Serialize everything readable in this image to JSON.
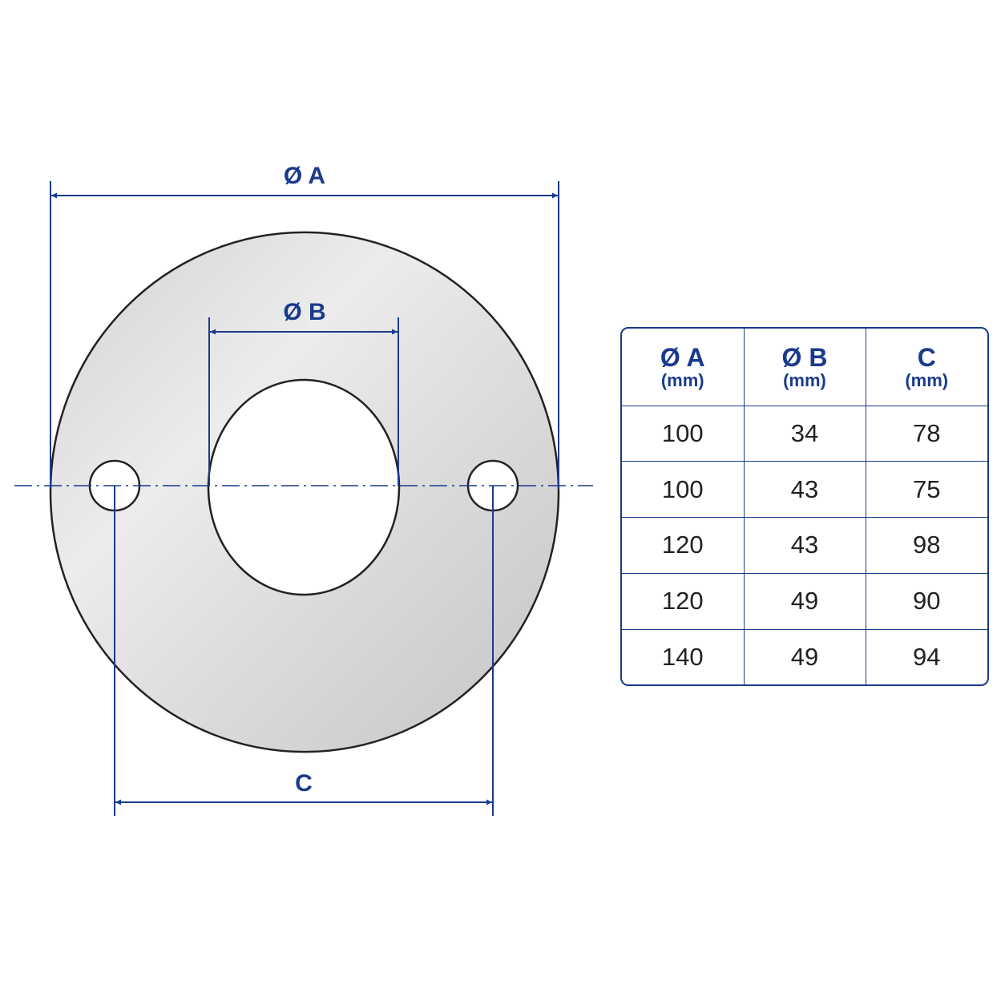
{
  "colors": {
    "accent": "#1a3a8c",
    "plate_light": "#e6e6e6",
    "plate_dark": "#bdbdbd",
    "outline": "#222222"
  },
  "drawing": {
    "label_a": "Ø A",
    "label_b": "Ø B",
    "label_c": "C"
  },
  "table": {
    "headers": [
      {
        "name": "Ø A",
        "unit": "(mm)"
      },
      {
        "name": "Ø B",
        "unit": "(mm)"
      },
      {
        "name": "C",
        "unit": "(mm)"
      }
    ],
    "rows": [
      [
        "100",
        "34",
        "78"
      ],
      [
        "100",
        "43",
        "75"
      ],
      [
        "120",
        "43",
        "98"
      ],
      [
        "120",
        "49",
        "90"
      ],
      [
        "140",
        "49",
        "94"
      ]
    ]
  }
}
